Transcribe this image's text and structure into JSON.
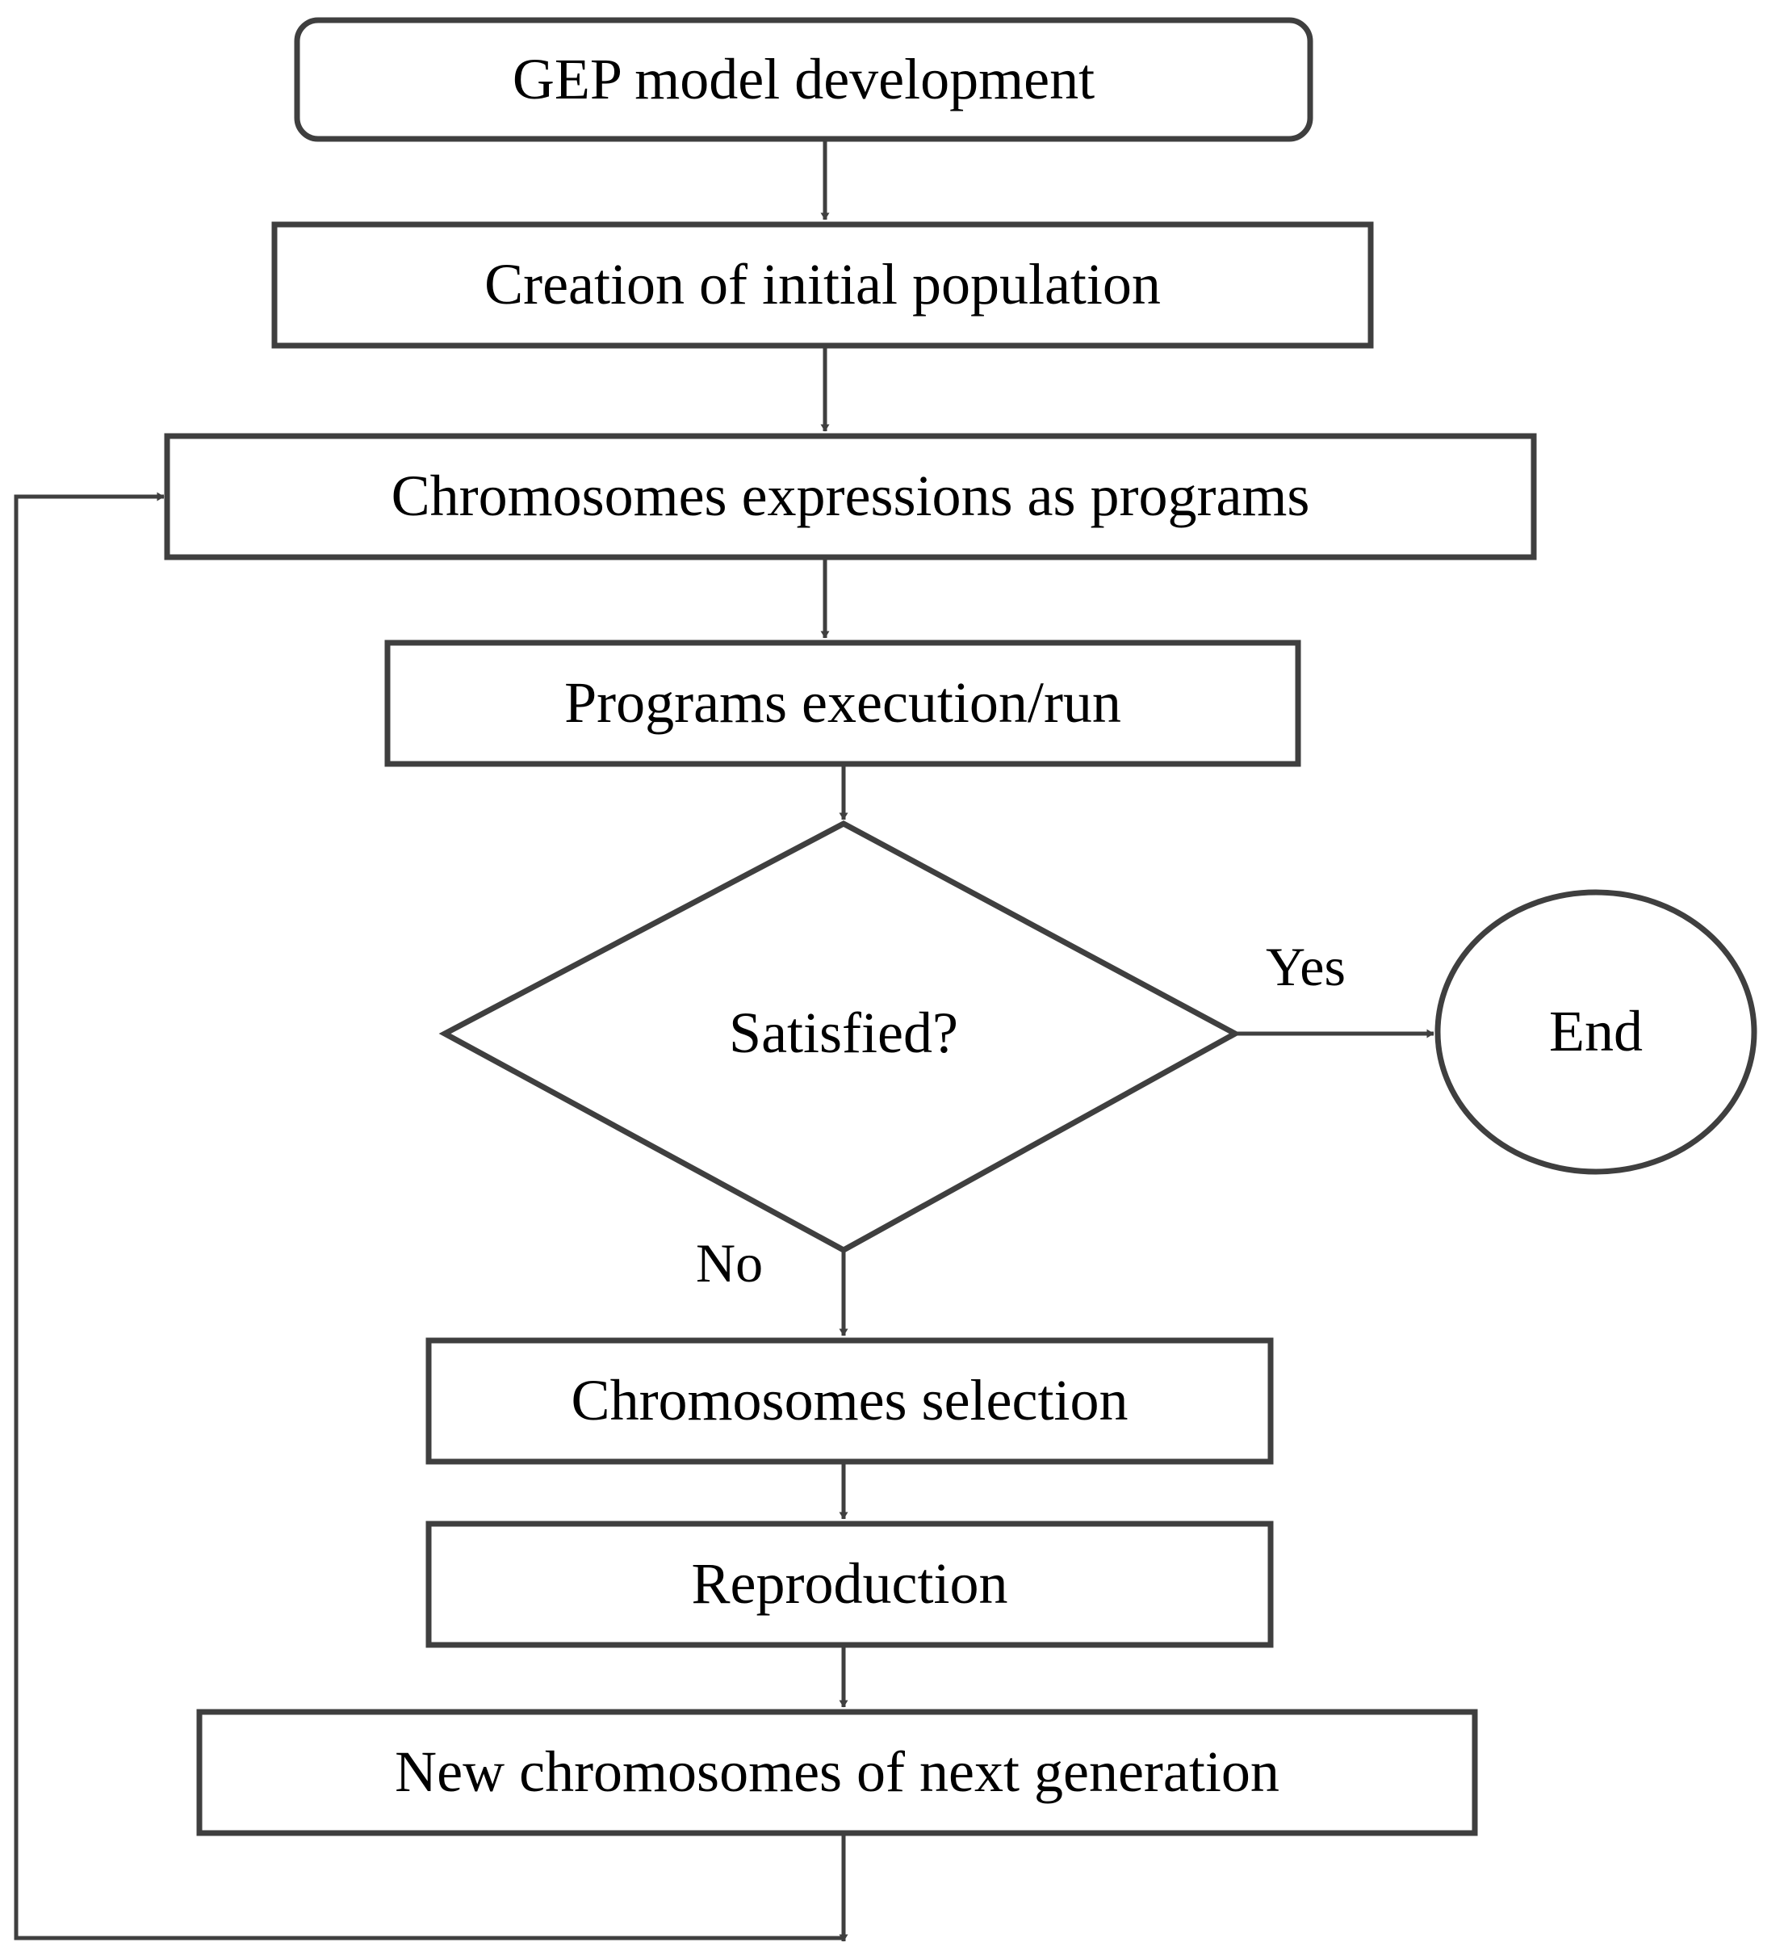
{
  "diagram": {
    "title": "GEP model development flowchart",
    "stroke_color": "#3f3f3f",
    "text_color": "#000000",
    "background_color": "#ffffff",
    "nodes": [
      {
        "id": "start",
        "shape": "rounded-rectangle",
        "label": "GEP  model development",
        "font_size": 72
      },
      {
        "id": "creation",
        "shape": "rectangle",
        "label": "Creation of initial population",
        "font_size": 72
      },
      {
        "id": "expression",
        "shape": "rectangle",
        "label": "Chromosomes expressions as programs",
        "font_size": 72
      },
      {
        "id": "execution",
        "shape": "rectangle",
        "label": "Programs execution/run",
        "font_size": 72
      },
      {
        "id": "decision",
        "shape": "diamond",
        "label": "Satisfied?",
        "font_size": 72
      },
      {
        "id": "end",
        "shape": "circle",
        "label": "End",
        "font_size": 72
      },
      {
        "id": "selection",
        "shape": "rectangle",
        "label": "Chromosomes selection",
        "font_size": 72
      },
      {
        "id": "reproduction",
        "shape": "rectangle",
        "label": "Reproduction",
        "font_size": 72
      },
      {
        "id": "newgen",
        "shape": "rectangle",
        "label": "New chromosomes of next generation",
        "font_size": 72
      }
    ],
    "edge_labels": {
      "yes": "Yes",
      "no": "No"
    }
  }
}
